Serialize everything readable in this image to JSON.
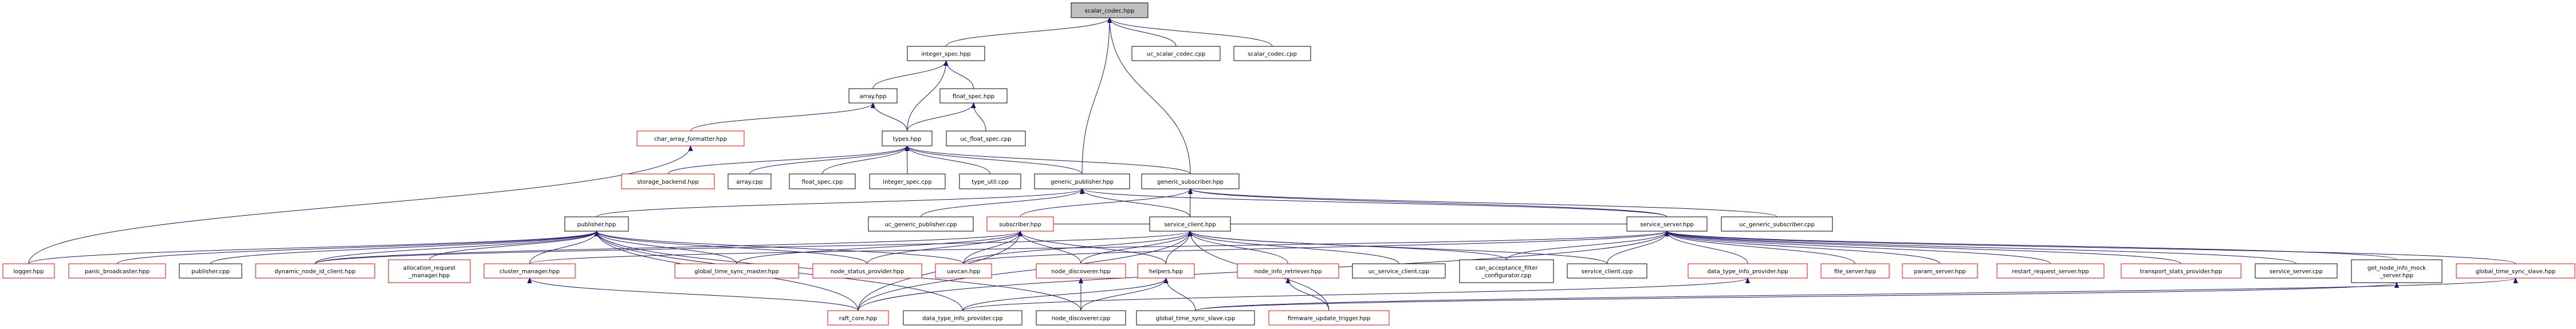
{
  "title": "scalar_codec.hpp",
  "colors": {
    "edge": "#191970",
    "root_fill": "#bfbfbf",
    "incomplete_border": "#ff0000",
    "border": "#000000"
  },
  "nodes": [
    {
      "id": "scalar_codec_hpp",
      "label": "scalar_codec.hpp",
      "root": true
    },
    {
      "id": "integer_spec_hpp",
      "label": "integer_spec.hpp"
    },
    {
      "id": "uc_scalar_codec_cpp",
      "label": "uc_scalar_codec.cpp"
    },
    {
      "id": "scalar_codec_cpp",
      "label": "scalar_codec.cpp"
    },
    {
      "id": "array_hpp",
      "label": "array.hpp"
    },
    {
      "id": "float_spec_hpp",
      "label": "float_spec.hpp"
    },
    {
      "id": "char_array_formatter_hpp",
      "label": "char_array_formatter.hpp",
      "red": true
    },
    {
      "id": "types_hpp",
      "label": "types.hpp"
    },
    {
      "id": "uc_float_spec_cpp",
      "label": "uc_float_spec.cpp"
    },
    {
      "id": "storage_backend_hpp",
      "label": "storage_backend.hpp",
      "red": true
    },
    {
      "id": "array_cpp",
      "label": "array.cpp"
    },
    {
      "id": "float_spec_cpp",
      "label": "float_spec.cpp"
    },
    {
      "id": "integer_spec_cpp",
      "label": "integer_spec.cpp"
    },
    {
      "id": "type_util_cpp",
      "label": "type_util.cpp"
    },
    {
      "id": "generic_publisher_hpp",
      "label": "generic_publisher.hpp"
    },
    {
      "id": "generic_subscriber_hpp",
      "label": "generic_subscriber.hpp"
    },
    {
      "id": "publisher_hpp",
      "label": "publisher.hpp"
    },
    {
      "id": "uc_generic_publisher_cpp",
      "label": "uc_generic_publisher.cpp"
    },
    {
      "id": "subscriber_hpp",
      "label": "subscriber.hpp",
      "red": true
    },
    {
      "id": "service_client_hpp",
      "label": "service_client.hpp"
    },
    {
      "id": "service_server_hpp",
      "label": "service_server.hpp"
    },
    {
      "id": "uc_generic_subscriber_cpp",
      "label": "uc_generic_subscriber.cpp"
    },
    {
      "id": "logger_hpp",
      "label": "logger.hpp",
      "red": true
    },
    {
      "id": "panic_broadcaster_hpp",
      "label": "panic_broadcaster.hpp",
      "red": true
    },
    {
      "id": "publisher_cpp",
      "label": "publisher.cpp"
    },
    {
      "id": "dynamic_node_id_client_hpp",
      "label": "dynamic_node_id_client.hpp",
      "red": true
    },
    {
      "id": "allocation_request_manager_hpp",
      "label": [
        "allocation_request",
        "_manager.hpp"
      ],
      "red": true
    },
    {
      "id": "cluster_manager_hpp",
      "label": "cluster_manager.hpp",
      "red": true
    },
    {
      "id": "global_time_sync_master_hpp",
      "label": "global_time_sync_master.hpp",
      "red": true
    },
    {
      "id": "node_status_provider_hpp",
      "label": "node_status_provider.hpp",
      "red": true
    },
    {
      "id": "uavcan_hpp",
      "label": "uavcan.hpp",
      "red": true
    },
    {
      "id": "node_discoverer_hpp",
      "label": "node_discoverer.hpp",
      "red": true
    },
    {
      "id": "helpers_hpp",
      "label": "helpers.hpp",
      "red": true
    },
    {
      "id": "node_info_retriever_hpp",
      "label": "node_info_retriever.hpp",
      "red": true
    },
    {
      "id": "uc_service_client_cpp",
      "label": "uc_service_client.cpp"
    },
    {
      "id": "can_acceptance_filter_configurator_cpp",
      "label": [
        "can_acceptance_filter",
        "_configurator.cpp"
      ]
    },
    {
      "id": "service_client_cpp",
      "label": "service_client.cpp"
    },
    {
      "id": "data_type_info_provider_hpp",
      "label": "data_type_info_provider.hpp",
      "red": true
    },
    {
      "id": "file_server_hpp",
      "label": "file_server.hpp",
      "red": true
    },
    {
      "id": "param_server_hpp",
      "label": "param_server.hpp",
      "red": true
    },
    {
      "id": "restart_request_server_hpp",
      "label": "restart_request_server.hpp",
      "red": true
    },
    {
      "id": "transport_stats_provider_hpp",
      "label": "transport_stats_provider.hpp",
      "red": true
    },
    {
      "id": "service_server_cpp",
      "label": "service_server.cpp"
    },
    {
      "id": "get_node_info_mock_server_hpp",
      "label": [
        "get_node_info_mock",
        "_server.hpp"
      ]
    },
    {
      "id": "global_time_sync_slave_hpp",
      "label": "global_time_sync_slave.hpp",
      "red": true
    },
    {
      "id": "raft_core_hpp",
      "label": "raft_core.hpp",
      "red": true
    },
    {
      "id": "data_type_info_provider_cpp",
      "label": "data_type_info_provider.cpp"
    },
    {
      "id": "node_discoverer_cpp",
      "label": "node_discoverer.cpp"
    },
    {
      "id": "global_time_sync_slave_cpp",
      "label": "global_time_sync_slave.cpp"
    },
    {
      "id": "firmware_update_trigger_hpp",
      "label": "firmware_update_trigger.hpp",
      "red": true
    }
  ],
  "edges": [
    [
      "integer_spec_hpp",
      "scalar_codec_hpp"
    ],
    [
      "uc_scalar_codec_cpp",
      "scalar_codec_hpp"
    ],
    [
      "scalar_codec_cpp",
      "scalar_codec_hpp"
    ],
    [
      "generic_publisher_hpp",
      "scalar_codec_hpp"
    ],
    [
      "generic_subscriber_hpp",
      "scalar_codec_hpp"
    ],
    [
      "array_hpp",
      "integer_spec_hpp"
    ],
    [
      "types_hpp",
      "integer_spec_hpp"
    ],
    [
      "float_spec_hpp",
      "integer_spec_hpp"
    ],
    [
      "types_hpp",
      "array_hpp"
    ],
    [
      "char_array_formatter_hpp",
      "array_hpp"
    ],
    [
      "types_hpp",
      "float_spec_hpp"
    ],
    [
      "uc_float_spec_cpp",
      "float_spec_hpp"
    ],
    [
      "logger_hpp",
      "char_array_formatter_hpp"
    ],
    [
      "storage_backend_hpp",
      "types_hpp"
    ],
    [
      "array_cpp",
      "types_hpp"
    ],
    [
      "float_spec_cpp",
      "types_hpp"
    ],
    [
      "integer_spec_cpp",
      "types_hpp"
    ],
    [
      "type_util_cpp",
      "types_hpp"
    ],
    [
      "generic_publisher_hpp",
      "types_hpp"
    ],
    [
      "generic_subscriber_hpp",
      "types_hpp"
    ],
    [
      "publisher_hpp",
      "generic_publisher_hpp"
    ],
    [
      "uc_generic_publisher_cpp",
      "generic_publisher_hpp"
    ],
    [
      "service_client_hpp",
      "generic_publisher_hpp"
    ],
    [
      "service_server_hpp",
      "generic_publisher_hpp"
    ],
    [
      "subscriber_hpp",
      "generic_subscriber_hpp"
    ],
    [
      "service_client_hpp",
      "generic_subscriber_hpp"
    ],
    [
      "service_server_hpp",
      "generic_subscriber_hpp"
    ],
    [
      "uc_generic_subscriber_cpp",
      "generic_subscriber_hpp"
    ],
    [
      "logger_hpp",
      "publisher_hpp"
    ],
    [
      "panic_broadcaster_hpp",
      "publisher_hpp"
    ],
    [
      "publisher_cpp",
      "publisher_hpp"
    ],
    [
      "dynamic_node_id_client_hpp",
      "publisher_hpp"
    ],
    [
      "allocation_request_manager_hpp",
      "publisher_hpp"
    ],
    [
      "cluster_manager_hpp",
      "publisher_hpp"
    ],
    [
      "global_time_sync_master_hpp",
      "publisher_hpp"
    ],
    [
      "node_status_provider_hpp",
      "publisher_hpp"
    ],
    [
      "uavcan_hpp",
      "publisher_hpp"
    ],
    [
      "raft_core_hpp",
      "publisher_hpp"
    ],
    [
      "data_type_info_provider_cpp",
      "publisher_hpp"
    ],
    [
      "node_discoverer_cpp",
      "publisher_hpp"
    ],
    [
      "dynamic_node_id_client_hpp",
      "subscriber_hpp"
    ],
    [
      "global_time_sync_master_hpp",
      "subscriber_hpp"
    ],
    [
      "node_status_provider_hpp",
      "subscriber_hpp"
    ],
    [
      "uavcan_hpp",
      "subscriber_hpp"
    ],
    [
      "node_discoverer_hpp",
      "subscriber_hpp"
    ],
    [
      "helpers_hpp",
      "subscriber_hpp"
    ],
    [
      "raft_core_hpp",
      "subscriber_hpp"
    ],
    [
      "service_server_hpp",
      "subscriber_hpp"
    ],
    [
      "dynamic_node_id_client_hpp",
      "service_client_hpp"
    ],
    [
      "uavcan_hpp",
      "service_client_hpp"
    ],
    [
      "node_discoverer_hpp",
      "service_client_hpp"
    ],
    [
      "helpers_hpp",
      "service_client_hpp"
    ],
    [
      "node_info_retriever_hpp",
      "service_client_hpp"
    ],
    [
      "uc_service_client_cpp",
      "service_client_hpp"
    ],
    [
      "can_acceptance_filter_configurator_cpp",
      "service_client_hpp"
    ],
    [
      "service_client_cpp",
      "service_client_hpp"
    ],
    [
      "firmware_update_trigger_hpp",
      "service_client_hpp"
    ],
    [
      "raft_core_hpp",
      "service_client_hpp"
    ],
    [
      "uavcan_hpp",
      "service_server_hpp"
    ],
    [
      "data_type_info_provider_hpp",
      "service_server_hpp"
    ],
    [
      "file_server_hpp",
      "service_server_hpp"
    ],
    [
      "param_server_hpp",
      "service_server_hpp"
    ],
    [
      "restart_request_server_hpp",
      "service_server_hpp"
    ],
    [
      "transport_stats_provider_hpp",
      "service_server_hpp"
    ],
    [
      "service_server_cpp",
      "service_server_hpp"
    ],
    [
      "get_node_info_mock_server_hpp",
      "service_server_hpp"
    ],
    [
      "global_time_sync_slave_hpp",
      "service_server_hpp"
    ],
    [
      "can_acceptance_filter_configurator_cpp",
      "service_server_hpp"
    ],
    [
      "service_client_cpp",
      "service_server_hpp"
    ],
    [
      "raft_core_hpp",
      "service_server_hpp"
    ],
    [
      "cluster_manager_hpp",
      "service_server_hpp"
    ],
    [
      "raft_core_hpp",
      "cluster_manager_hpp"
    ],
    [
      "node_discoverer_cpp",
      "node_discoverer_hpp"
    ],
    [
      "data_type_info_provider_cpp",
      "helpers_hpp"
    ],
    [
      "node_discoverer_cpp",
      "helpers_hpp"
    ],
    [
      "global_time_sync_slave_cpp",
      "helpers_hpp"
    ],
    [
      "firmware_update_trigger_hpp",
      "node_info_retriever_hpp"
    ],
    [
      "data_type_info_provider_cpp",
      "data_type_info_provider_hpp"
    ],
    [
      "global_time_sync_slave_cpp",
      "get_node_info_mock_server_hpp"
    ],
    [
      "global_time_sync_slave_cpp",
      "global_time_sync_slave_hpp"
    ]
  ]
}
